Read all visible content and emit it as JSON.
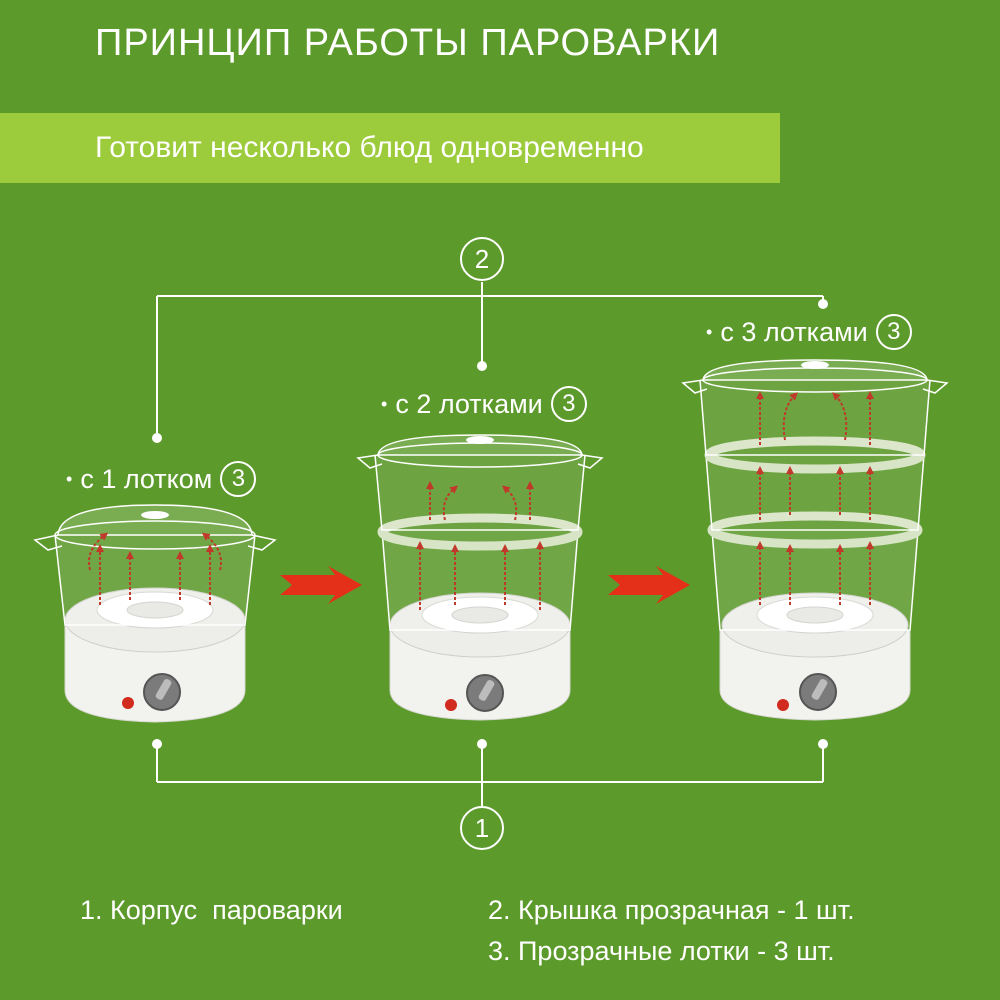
{
  "title": "ПРИНЦИП РАБОТЫ ПАРОВАРКИ",
  "subtitle": "Готовит несколько блюд одновременно",
  "callouts": {
    "top": "2",
    "bottom": "1"
  },
  "trays": [
    {
      "label": "с 1 лотком",
      "num": "3"
    },
    {
      "label": "с 2 лотками",
      "num": "3"
    },
    {
      "label": "с 3 лотками",
      "num": "3"
    }
  ],
  "legend": [
    "1. Корпус  пароварки",
    "2. Крышка прозрачная - 1 шт.",
    "3. Прозрачные лотки - 3 шт."
  ],
  "colors": {
    "background": "#5d9a2c",
    "banner": "#9ccb3b",
    "arrow": "#e53019",
    "steam": "#c0392b"
  }
}
